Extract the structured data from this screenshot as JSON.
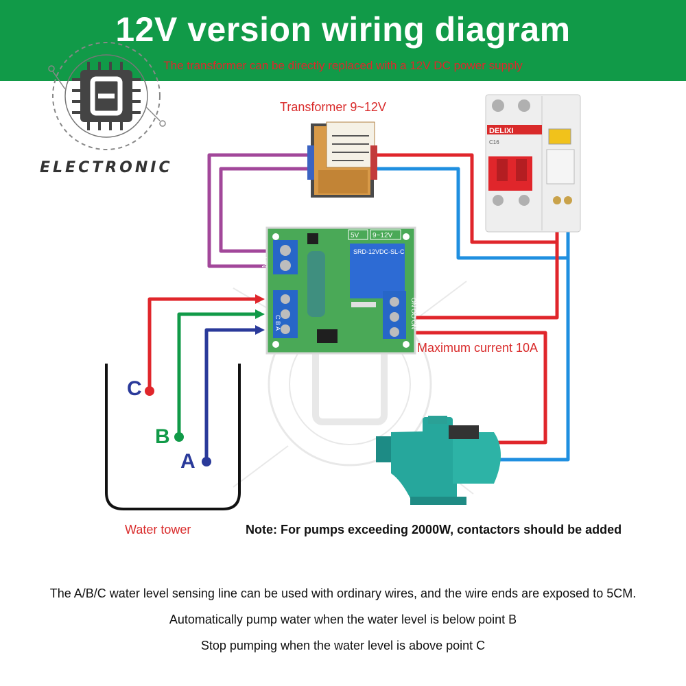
{
  "header": {
    "title": "12V version wiring diagram",
    "subtitle": "The transformer can be directly replaced with a 12V DC power supply"
  },
  "logo": {
    "text": "ELECTRONIC"
  },
  "labels": {
    "transformer": "Transformer 9~12V",
    "max_current": "Maximum current 10A",
    "water_tower": "Water tower",
    "note": "Note: For pumps exceeding 2000W, contactors should be added",
    "probe_c": "C",
    "probe_b": "B",
    "probe_a": "A"
  },
  "board": {
    "jumper_5v": "5V",
    "jumper_12v": "9~12V",
    "relay_model": "SRD-12VDC-SL-C",
    "vin": "VIN",
    "sensor_pins": "C B A",
    "output_pins": "ON OO ON"
  },
  "breaker": {
    "brand": "DELIXI",
    "model": "C16"
  },
  "descriptions": [
    "The A/B/C water level sensing line can be used with ordinary wires, and the wire ends are exposed to 5CM.",
    "Automatically pump water when the water level is below point B",
    "Stop pumping when the water level is above point C"
  ],
  "colors": {
    "header_bg": "#119a48",
    "wire_red": "#e0262b",
    "wire_blue": "#1f8fe0",
    "wire_purple": "#a2479a",
    "wire_green": "#119a48",
    "wire_navy": "#2a3a9a",
    "board": "#4aa957"
  }
}
